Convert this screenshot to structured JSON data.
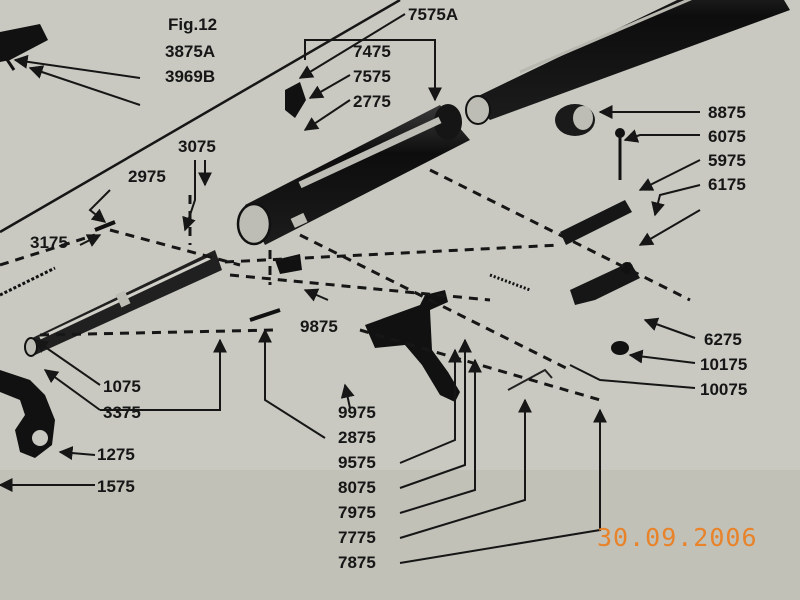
{
  "figure": {
    "title": "Fig.12",
    "date_stamp": "30.09.2006",
    "colors": {
      "paper": "#c9c9c2",
      "ink": "#161616",
      "stamp": "#e8832a"
    }
  },
  "part_labels": [
    "3875A",
    "3969B",
    "7575A",
    "7475",
    "7575",
    "2775",
    "3075",
    "2975",
    "3175",
    "8875",
    "6075",
    "5975",
    "6175",
    "9875",
    "6275",
    "10175",
    "10075",
    "1075",
    "3375",
    "1275",
    "1575",
    "9975",
    "2875",
    "9575",
    "8075",
    "7975",
    "7775",
    "7875"
  ]
}
